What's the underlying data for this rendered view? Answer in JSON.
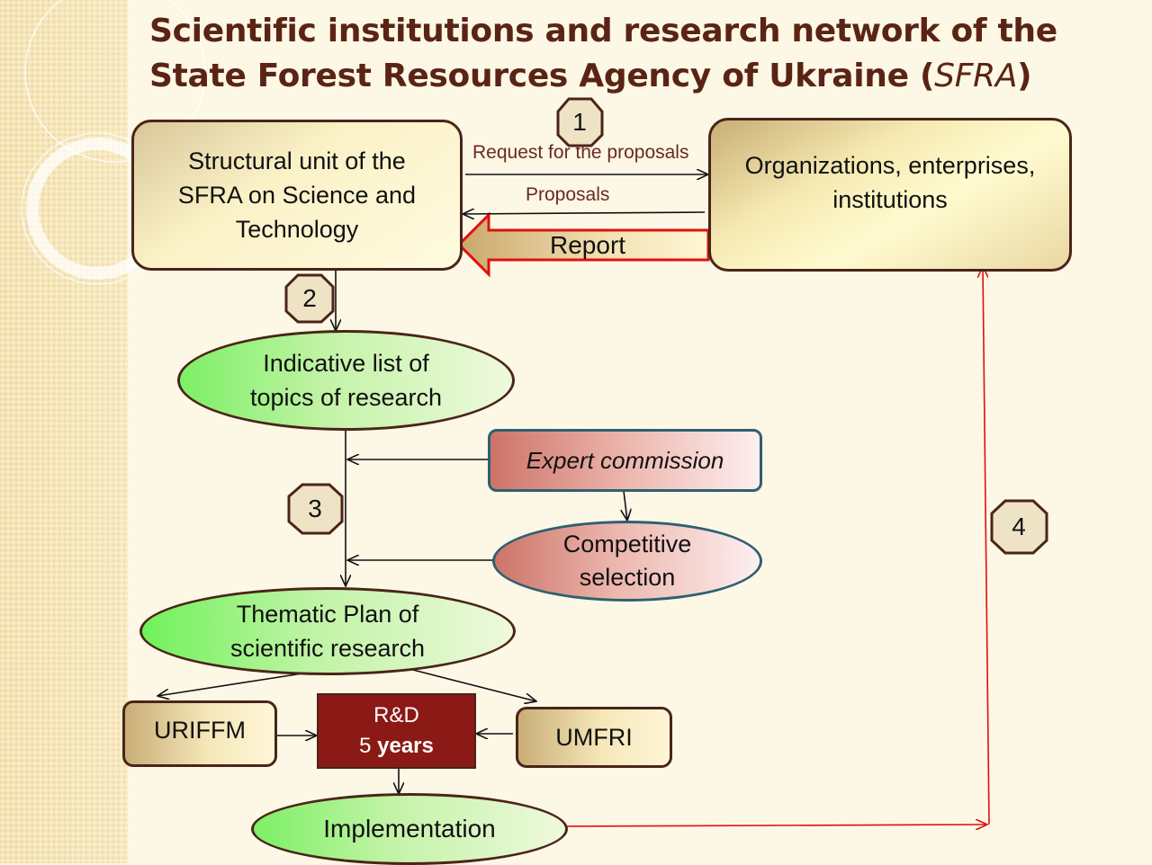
{
  "title": {
    "line1": "Scientific institutions and research network of the",
    "line2_prefix": "State Forest Resources Agency of Ukraine (",
    "line2_italic": "SFRA",
    "line2_suffix": ")"
  },
  "nodes": {
    "structural_unit": "Structural unit of the SFRA on Science and Technology",
    "organizations": "Organizations, enterprises, institutions",
    "indicative_list": "Indicative list of topics of research",
    "expert_commission": "Expert commission",
    "competitive_selection": "Competitive selection",
    "thematic_plan": "Thematic Plan of scientific research",
    "uriffm": "URIFFM",
    "rd_line1": "R&D",
    "rd_line2_num": "5",
    "rd_line2_word": "years",
    "umfri": "UMFRI",
    "implementation": "Implementation"
  },
  "edges": {
    "request": "Request for the proposals",
    "proposals": "Proposals",
    "report": "Report"
  },
  "steps": [
    "1",
    "2",
    "3",
    "4"
  ],
  "colors": {
    "title": "#5a2414",
    "border": "#4a2518",
    "red_arrow": "#e01010",
    "green_ellipse": "#7ef06a",
    "expert_fill": "#d07a6e",
    "teal_border": "#2f6070",
    "rd_fill": "#8b1a16"
  }
}
